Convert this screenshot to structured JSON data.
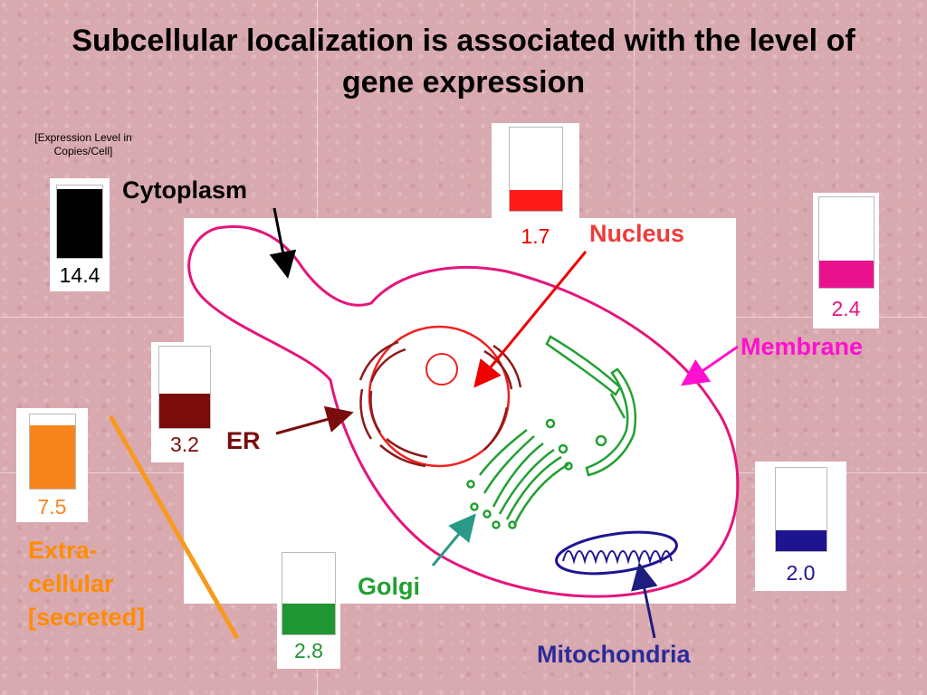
{
  "title": "Subcellular localization is associated with the level of gene expression",
  "legend_note": "[Expression Level in Copies/Cell]",
  "compartments": {
    "cytoplasm": {
      "label": "Cytoplasm",
      "value": "14.4",
      "level": 0.95,
      "color": "#000000"
    },
    "nucleus": {
      "label": "Nucleus",
      "value": "1.7",
      "level": 0.25,
      "color": "#ff1a1a"
    },
    "membrane": {
      "label": "Membrane",
      "value": "2.4",
      "level": 0.3,
      "color": "#e8128f"
    },
    "er": {
      "label": "ER",
      "value": "3.2",
      "level": 0.42,
      "color": "#7a0c0c"
    },
    "extracellular": {
      "label": "Extra-cellular [secreted]",
      "value": "7.5",
      "level": 0.85,
      "color": "#f7841c"
    },
    "golgi": {
      "label": "Golgi",
      "value": "2.8",
      "level": 0.38,
      "color": "#1e9632"
    },
    "mitochondria": {
      "label": "Mitochondria",
      "value": "2.0",
      "level": 0.25,
      "color": "#1e1490"
    }
  },
  "label_colors": {
    "cytoplasm": "#000000",
    "nucleus": "#ee3b3b",
    "membrane": "#ff10d0",
    "er": "#7a0c0c",
    "extracellular": "#ff8c00",
    "golgi": "#22a032",
    "mitochondria": "#2b2b9a"
  },
  "icons": [
    "cell-outline",
    "nucleus",
    "er-cisternae",
    "golgi-stack",
    "mitochondrion",
    "pointer-arrow"
  ]
}
